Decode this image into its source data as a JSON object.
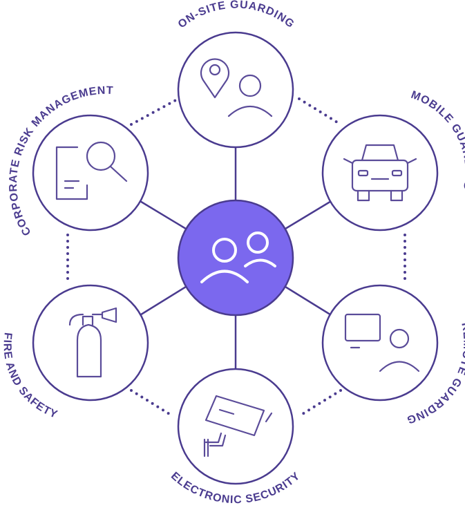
{
  "colors": {
    "stroke": "#4a3b8f",
    "label": "#4a3b8f",
    "center_fill": "#7b68ee",
    "icon_stroke": "#5a4b99",
    "center_icon": "#ffffff",
    "background": "#ffffff"
  },
  "center": {
    "icon": "users-group-icon"
  },
  "services": [
    {
      "label": "ON-SITE GUARDING",
      "icon": "location-person-icon"
    },
    {
      "label": "MOBILE GUARDING",
      "icon": "car-icon"
    },
    {
      "label": "REMOTE GUARDING",
      "icon": "monitor-person-icon"
    },
    {
      "label": "ELECTRONIC SECURITY",
      "icon": "security-camera-icon"
    },
    {
      "label": "FIRE AND SAFETY",
      "icon": "fire-extinguisher-icon"
    },
    {
      "label": "CORPORATE RISK MANAGEMENT",
      "icon": "document-search-icon"
    }
  ]
}
